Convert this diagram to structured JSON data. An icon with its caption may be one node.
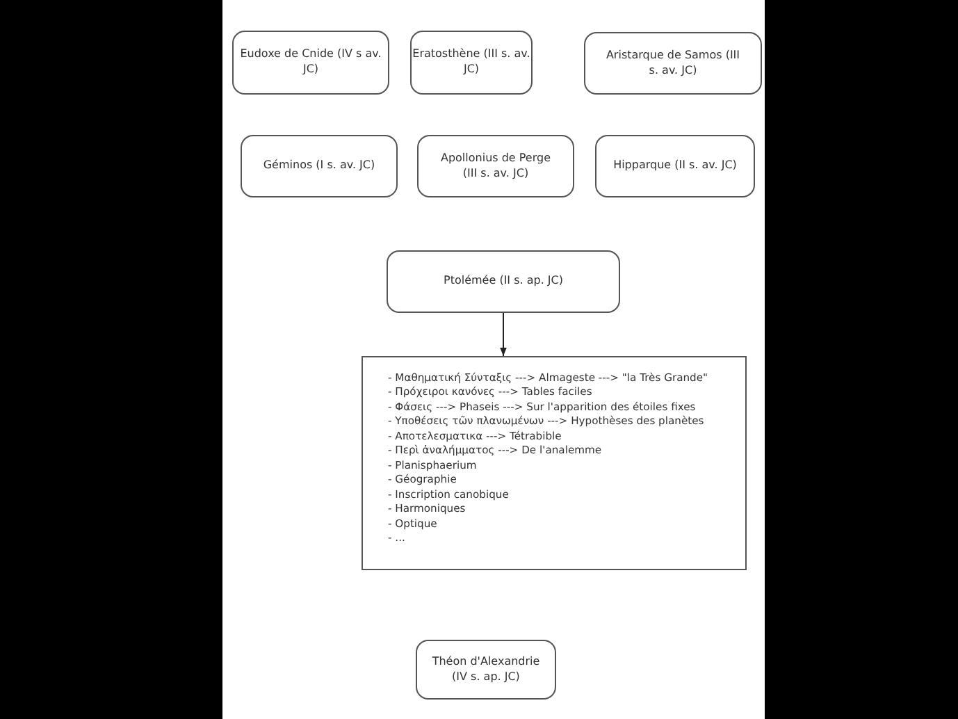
{
  "diagram": {
    "nodes": [
      {
        "text": [
          "Eudoxe de Cnide (IV s av. JC)"
        ]
      },
      {
        "text": [
          "Eratosthène (III s. av. JC)"
        ]
      },
      {
        "text": [
          "Aristarque de Samos (III s. av. JC)"
        ]
      },
      {
        "text": [
          "Géminos (I s. av. JC)"
        ]
      },
      {
        "text": [
          "Apollonius de Perge (III s. av. JC)"
        ]
      },
      {
        "text": [
          "Hipparque (II s. av. JC)"
        ]
      },
      {
        "text": [
          "Ptolémée (II s. ap. JC)"
        ]
      },
      {
        "text": [
          "- Μαθηματική Σύνταξις ---> Almageste ---> \"la Très Grande\"",
          "- Πρόχειροι κανόνες ---> Tables faciles",
          "- Φάσεις ---> Phaseis ---> Sur l'apparition des étoiles fixes",
          "- Υποθέσεις τῶν πλανωμένων ---> Hypothèses des planètes",
          "- Αποτελεσματικα ---> Tétrabible",
          "- Περὶ ἀναλήμματος ---> De l'analemme",
          "- Planisphaerium",
          "- Géographie",
          "- Inscription canobique",
          "- Harmoniques",
          "- Optique",
          "- ..."
        ]
      },
      {
        "text": [
          "Théon d'Alexandrie (IV s. ap. JC)"
        ]
      }
    ],
    "edges": [
      {
        "from": 6,
        "to": 7,
        "arrow": "to"
      }
    ]
  }
}
